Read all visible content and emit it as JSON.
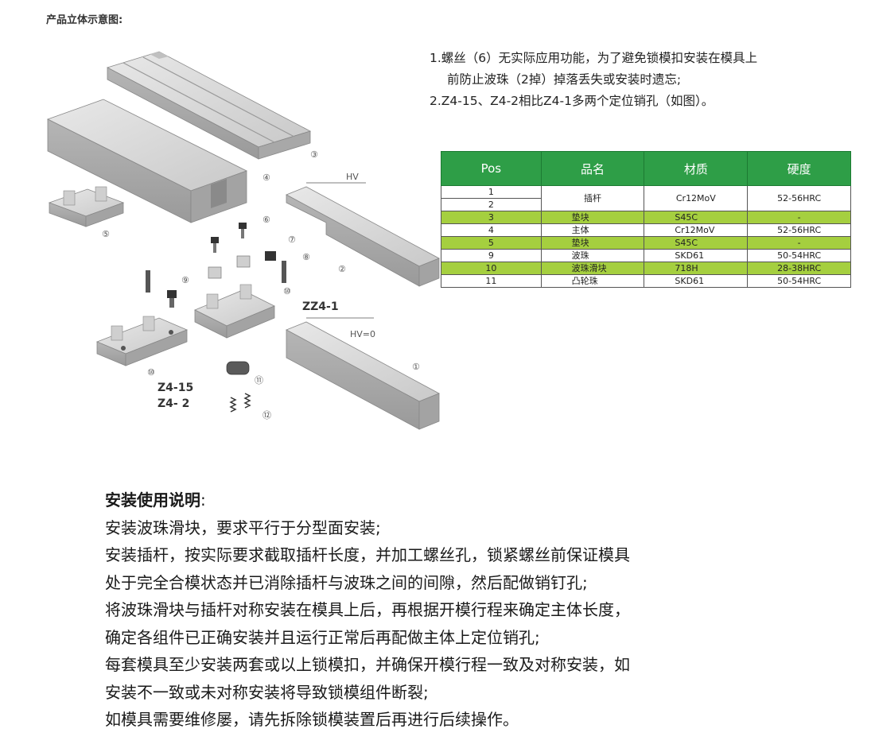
{
  "section_title": "产品立体示意图:",
  "notes": {
    "line1": "1.螺丝（6）无实际应用功能，为了避免锁模扣安装在模具上",
    "line2": "前防止波珠（2掉）掉落丢失或安装时遗忘;",
    "line3": "2.Z4-15、Z4-2相比Z4-1多两个定位销孔（如图）。"
  },
  "table": {
    "headers": [
      "Pos",
      "品名",
      "材质",
      "硬度"
    ],
    "row1": {
      "pos_a": "1",
      "pos_b": "2",
      "name": "插杆",
      "material": "Cr12MoV",
      "hardness": "52-56HRC"
    },
    "rows": [
      {
        "pos": "3",
        "name": "垫块",
        "material": "S45C",
        "hardness": "-"
      },
      {
        "pos": "4",
        "name": "主体",
        "material": "Cr12MoV",
        "hardness": "52-56HRC"
      },
      {
        "pos": "5",
        "name": "垫块",
        "material": "S45C",
        "hardness": "-"
      },
      {
        "pos": "9",
        "name": "波珠",
        "material": "SKD61",
        "hardness": "50-54HRC"
      },
      {
        "pos": "10",
        "name": "波珠滑块",
        "material": "718H",
        "hardness": "28-38HRC"
      },
      {
        "pos": "11",
        "name": "凸轮珠",
        "material": "SKD61",
        "hardness": "50-54HRC"
      }
    ]
  },
  "diagram": {
    "callouts": [
      "③",
      "④",
      "⑤",
      "⑥",
      "⑦",
      "⑧",
      "⑨",
      "⑩",
      "②",
      "⑩",
      "⑪",
      "①",
      "⑫"
    ],
    "label_hv": "HV",
    "label_hv0": "HV=0",
    "label_zz41": "ZZ4-1",
    "label_z415": "Z4-15",
    "label_z42": "Z4- 2"
  },
  "install": {
    "title": "安装使用说明",
    "title_suffix": ":",
    "lines": [
      "安装波珠滑块，要求平行于分型面安装;",
      "安装插杆，按实际要求截取插杆长度，并加工螺丝孔，锁紧螺丝前保证模具",
      "处于完全合模状态并已消除插杆与波珠之间的间隙，然后配做销钉孔;",
      "将波珠滑块与插杆对称安装在模具上后，再根据开模行程来确定主体长度，",
      "确定各组件已正确安装并且运行正常后再配做主体上定位销孔;",
      "每套模具至少安装两套或以上锁模扣，并确保开模行程一致及对称安装，如",
      "安装不一致或未对称安装将导致锁模组件断裂;",
      "如模具需要维修屡，请先拆除锁模装置后再进行后续操作。"
    ]
  }
}
